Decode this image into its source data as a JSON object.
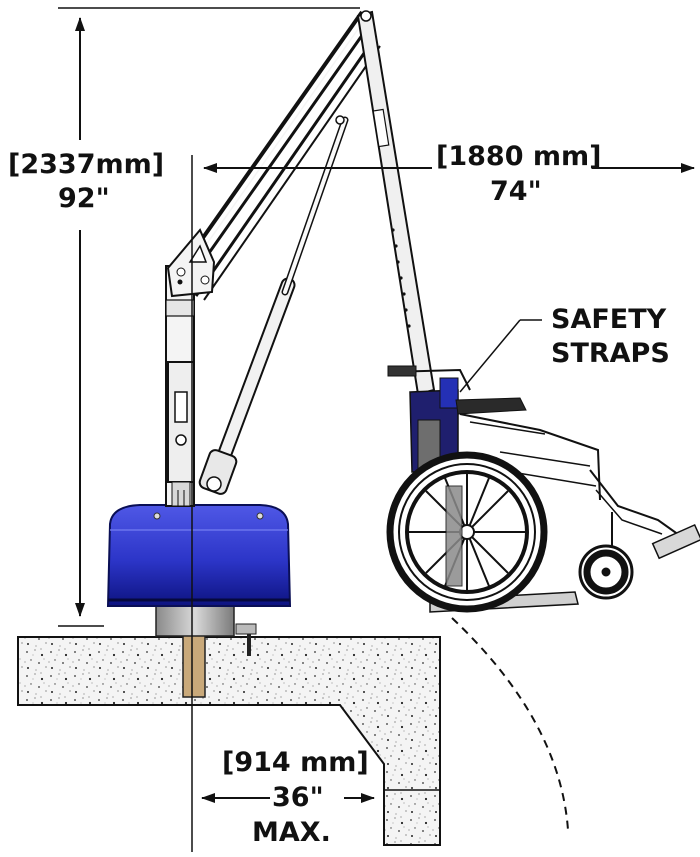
{
  "dimensions": {
    "height": {
      "metric": "[2337mm]",
      "imperial": "92\""
    },
    "reach": {
      "metric": "[1880 mm]",
      "imperial": "74\""
    },
    "setback": {
      "metric": "[914 mm]",
      "imperial": "36\"",
      "qualifier": "MAX."
    }
  },
  "callout": {
    "line1": "SAFETY",
    "line2": "STRAPS"
  },
  "colors": {
    "base_blue": "#2c35c8",
    "base_blue_dark": "#0d1380",
    "strap_blue": "#2430b5",
    "line": "#111111"
  }
}
